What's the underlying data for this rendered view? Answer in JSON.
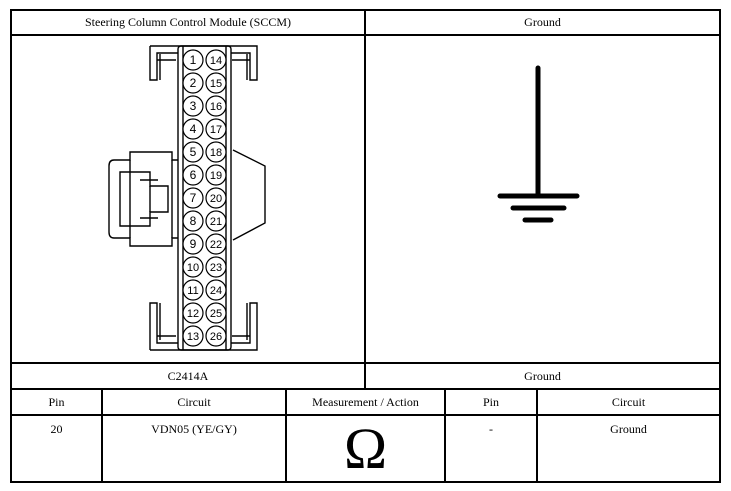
{
  "left_panel": {
    "title": "Steering Column Control Module (SCCM)",
    "connector_label": "C2414A",
    "pins_left": [
      "1",
      "2",
      "3",
      "4",
      "5",
      "6",
      "7",
      "8",
      "9",
      "10",
      "11",
      "12",
      "13"
    ],
    "pins_right": [
      "14",
      "15",
      "16",
      "17",
      "18",
      "19",
      "20",
      "21",
      "22",
      "23",
      "24",
      "25",
      "26"
    ]
  },
  "right_panel": {
    "title": "Ground",
    "bottom_label": "Ground",
    "icon": "ground-symbol-icon"
  },
  "table": {
    "headers": [
      "Pin",
      "Circuit",
      "Measurement / Action",
      "Pin",
      "Circuit"
    ],
    "row": {
      "pin1": "20",
      "circuit1": "VDN05 (YE/GY)",
      "measurement_icon": "ohm-icon",
      "measurement_symbol": "Ω",
      "pin2": "-",
      "circuit2": "Ground"
    }
  }
}
